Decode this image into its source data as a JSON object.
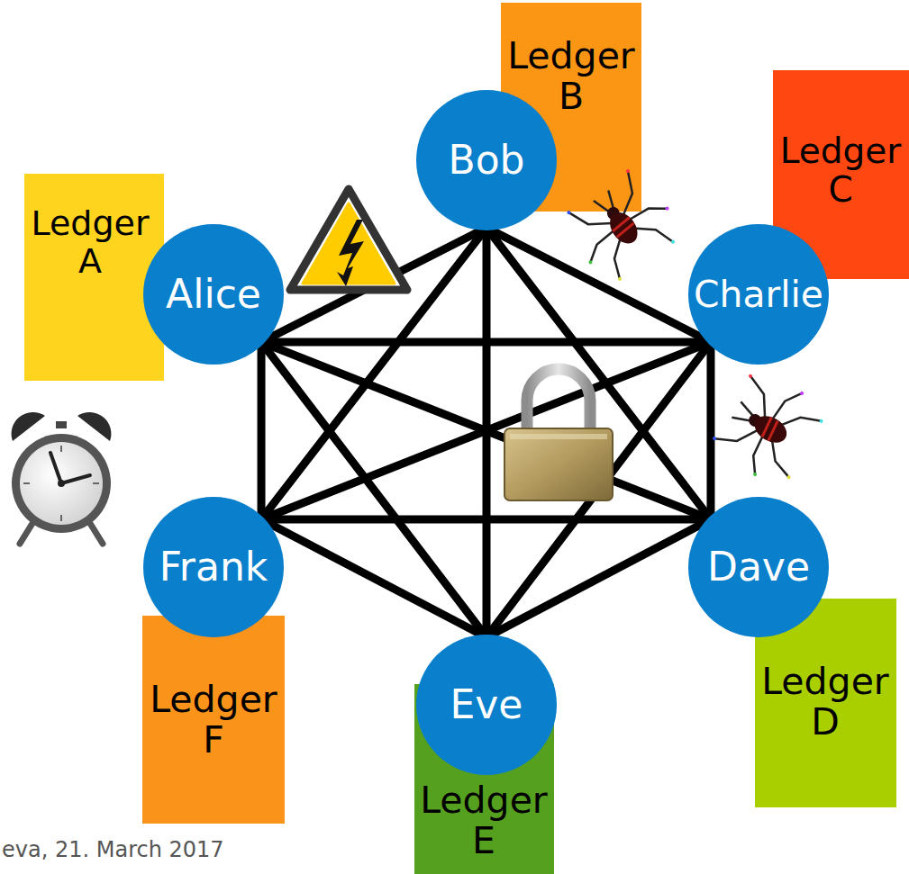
{
  "diagram": {
    "nodes": [
      {
        "text": [
          "Alice"
        ]
      },
      {
        "text": [
          "Bob"
        ]
      },
      {
        "text": [
          "Charlie"
        ]
      },
      {
        "text": [
          "Dave"
        ]
      },
      {
        "text": [
          "Eve"
        ]
      },
      {
        "text": [
          "Frank"
        ]
      },
      {
        "text": [
          "Ledger A"
        ]
      },
      {
        "text": [
          "Ledger B"
        ]
      },
      {
        "text": [
          "Ledger C"
        ]
      },
      {
        "text": [
          "Ledger D"
        ]
      },
      {
        "text": [
          "Ledger E"
        ]
      },
      {
        "text": [
          "Ledger F"
        ]
      }
    ],
    "edges": [
      {
        "from": 0,
        "to": 1,
        "arrow": "none"
      },
      {
        "from": 0,
        "to": 2,
        "arrow": "none"
      },
      {
        "from": 0,
        "to": 3,
        "arrow": "none"
      },
      {
        "from": 0,
        "to": 4,
        "arrow": "none"
      },
      {
        "from": 0,
        "to": 5,
        "arrow": "none"
      },
      {
        "from": 1,
        "to": 2,
        "arrow": "none"
      },
      {
        "from": 1,
        "to": 3,
        "arrow": "none"
      },
      {
        "from": 1,
        "to": 4,
        "arrow": "none"
      },
      {
        "from": 1,
        "to": 5,
        "arrow": "none"
      },
      {
        "from": 2,
        "to": 3,
        "arrow": "none"
      },
      {
        "from": 2,
        "to": 4,
        "arrow": "none"
      },
      {
        "from": 2,
        "to": 5,
        "arrow": "none"
      },
      {
        "from": 3,
        "to": 4,
        "arrow": "none"
      },
      {
        "from": 3,
        "to": 5,
        "arrow": "none"
      },
      {
        "from": 4,
        "to": 5,
        "arrow": "none"
      }
    ],
    "labels": [
      "eva, 21. March 2017"
    ]
  }
}
